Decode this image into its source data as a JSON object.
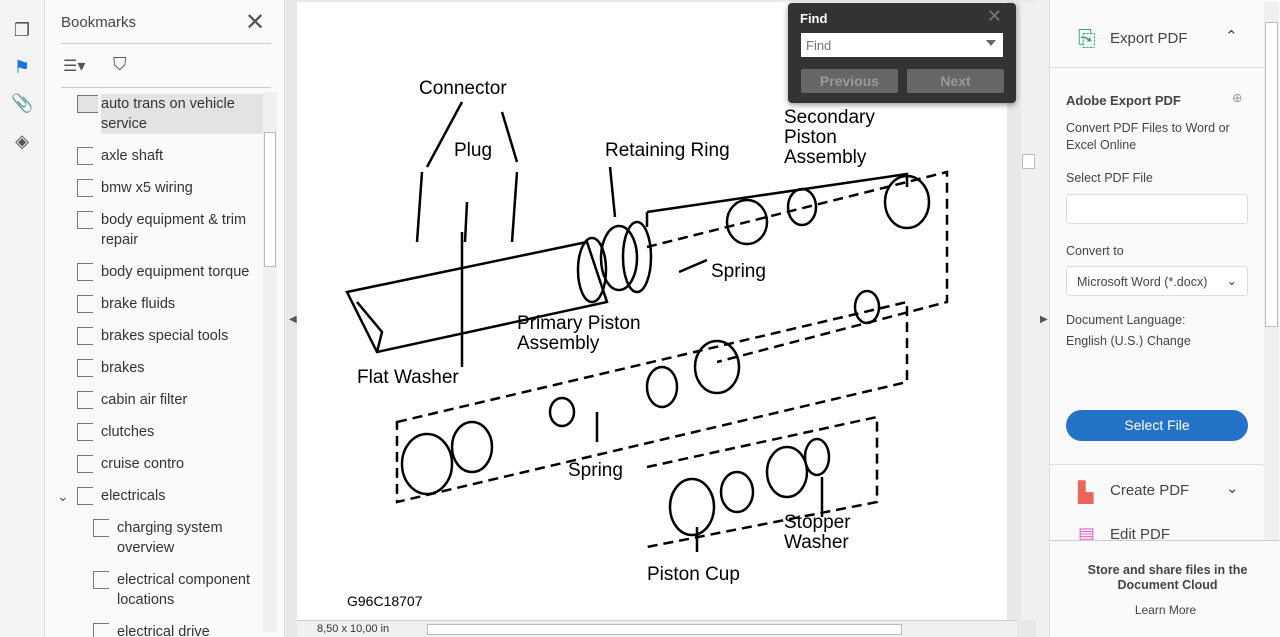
{
  "rail": {
    "icons": [
      "pages-icon",
      "bookmark-icon",
      "attachment-icon",
      "layers-icon"
    ]
  },
  "bookmarks": {
    "title": "Bookmarks",
    "items": [
      {
        "label": "auto trans on vehicle service",
        "selected": true
      },
      {
        "label": "axle shaft"
      },
      {
        "label": "bmw x5 wiring"
      },
      {
        "label": "body equipment & trim repair"
      },
      {
        "label": "body equipment torque"
      },
      {
        "label": "brake fluids"
      },
      {
        "label": "brakes special tools"
      },
      {
        "label": "brakes"
      },
      {
        "label": "cabin air filter"
      },
      {
        "label": "clutches"
      },
      {
        "label": "cruise contro"
      },
      {
        "label": "electricals",
        "expanded": true
      },
      {
        "label": "charging system overview",
        "sub": true
      },
      {
        "label": "electrical component locations",
        "sub": true
      },
      {
        "label": "electrical drive",
        "sub": true
      }
    ]
  },
  "diagram": {
    "labels": {
      "connector": "Connector",
      "plug": "Plug",
      "retaining_ring": "Retaining Ring",
      "secondary_piston": "Secondary",
      "piston_assembly_1": "Piston",
      "piston_assembly_2": "Assembly",
      "spring_top": "Spring",
      "primary_1": "Primary Piston",
      "primary_2": "Assembly",
      "flat_washer": "Flat Washer",
      "spring_bottom": "Spring",
      "stopper_1": "Stopper",
      "stopper_2": "Washer",
      "piston_cup": "Piston Cup",
      "code": "G96C18707"
    }
  },
  "status": {
    "page_size": "8,50 x 10,00 in"
  },
  "find": {
    "title": "Find",
    "placeholder": "Find",
    "previous": "Previous",
    "next": "Next"
  },
  "right_panel": {
    "export_title": "Export PDF",
    "heading": "Adobe Export PDF",
    "desc": "Convert PDF Files to Word or Excel Online",
    "select_pdf": "Select PDF File",
    "convert_to": "Convert to",
    "format": "Microsoft Word (*.docx)",
    "lang_label": "Document Language:",
    "lang": "English (U.S.)",
    "change": "Change",
    "select_file": "Select File",
    "create_pdf": "Create PDF",
    "edit_pdf": "Edit PDF",
    "cloud": "Store and share files in the Document Cloud",
    "learn_more": "Learn More",
    "colors": {
      "accent": "#2473c9",
      "export": "#2fa37a",
      "create": "#e8665a",
      "edit": "#e060d0"
    }
  }
}
